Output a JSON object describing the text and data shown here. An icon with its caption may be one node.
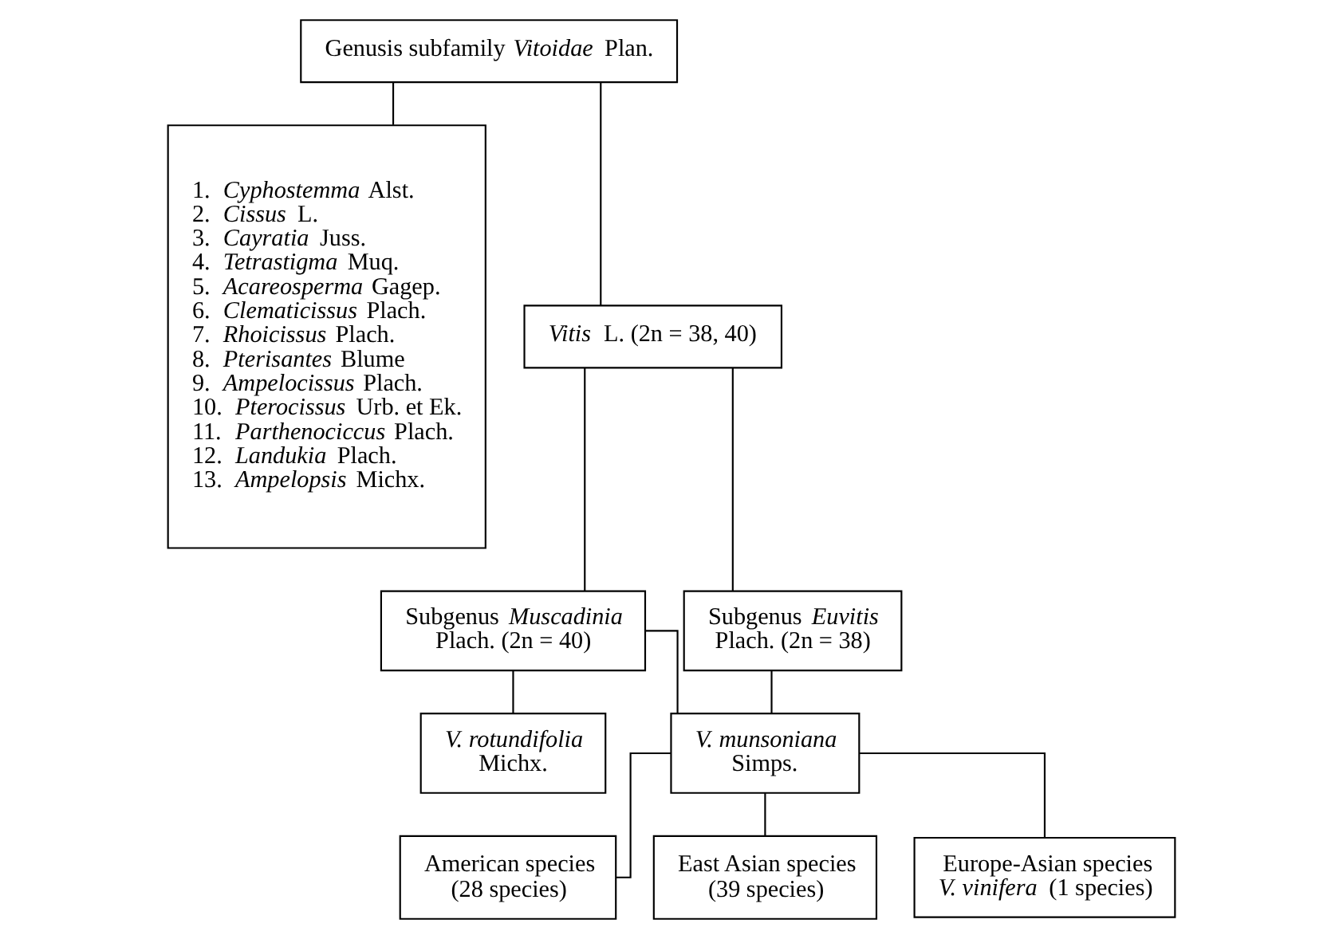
{
  "diagram": {
    "nodes": [
      {
        "text": [
          "Genusis subfamily *Vitoidae* Plan."
        ]
      },
      {
        "text": [
          "1. *Cyphostemma* Alst.",
          "2. *Cissus* L.",
          "3. *Cayratia* Juss.",
          "4. *Tetrastigma* Muq.",
          "5. *Acareosperma* Gagep.",
          "6. *Clematicissus* Plach.",
          "7. *Rhoicissus* Plach.",
          "8. *Pterisantes* Blume",
          "9. *Ampelocissus* Plach.",
          "10. *Pterocissus* Urb. et Ek.",
          "11. *Parthenociccus* Plach.",
          "12. *Landukia* Plach.",
          "13. *Ampelopsis* Michx."
        ]
      },
      {
        "text": [
          "*Vitis* L. (2n = 38, 40)"
        ]
      },
      {
        "text": [
          "Subgenus *Muscadinia* Plach. (2n = 40)"
        ]
      },
      {
        "text": [
          "Subgenus *Euvitis* Plach. (2n = 38)"
        ]
      },
      {
        "text": [
          "*V. rotundifolia* Michx."
        ]
      },
      {
        "text": [
          "*V. munsoniana* Simps."
        ]
      },
      {
        "text": [
          "American species (28 species)"
        ]
      },
      {
        "text": [
          "East Asian species (39 species)"
        ]
      },
      {
        "text": [
          "Europe-Asian species *V. vinifera* (1 species)"
        ]
      }
    ],
    "edges": [
      {
        "from": 0,
        "to": 1,
        "arrow": "none"
      },
      {
        "from": 0,
        "to": 2,
        "arrow": "none"
      },
      {
        "from": 2,
        "to": 3,
        "arrow": "none"
      },
      {
        "from": 2,
        "to": 4,
        "arrow": "none"
      },
      {
        "from": 3,
        "to": 5,
        "arrow": "none"
      },
      {
        "from": 3,
        "to": 6,
        "arrow": "none"
      },
      {
        "from": 4,
        "to": 6,
        "arrow": "none"
      },
      {
        "from": 6,
        "to": 7,
        "arrow": "none"
      },
      {
        "from": 6,
        "to": 8,
        "arrow": "none"
      },
      {
        "from": 6,
        "to": 9,
        "arrow": "none"
      }
    ]
  }
}
